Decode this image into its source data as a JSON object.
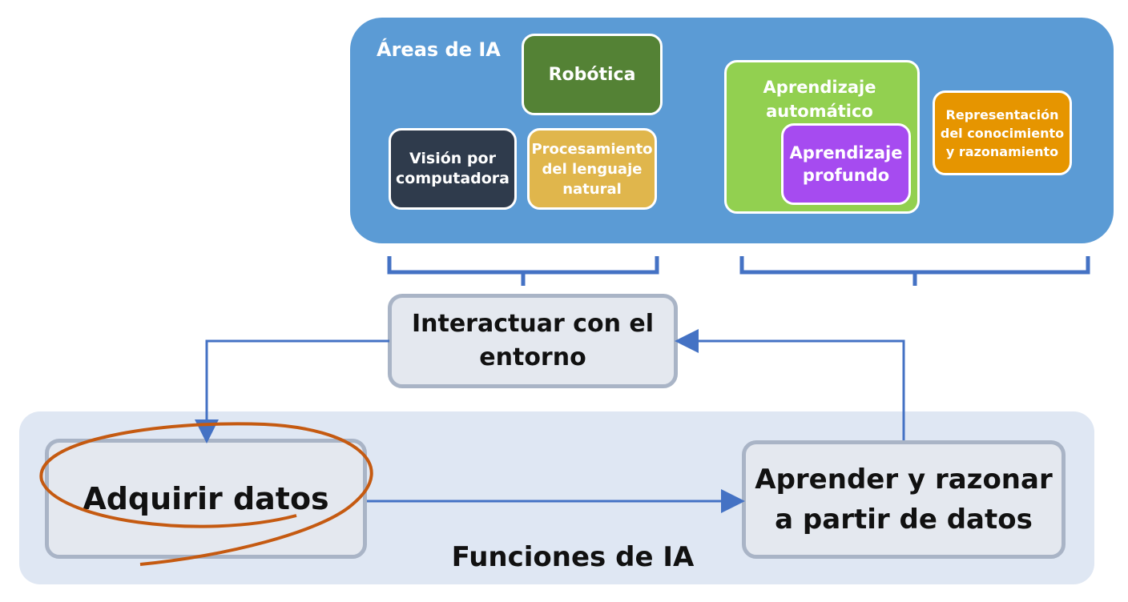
{
  "areas": {
    "title": "Áreas de IA",
    "color": "#5b9bd5",
    "robotica": "Robótica",
    "vision": "Visión por computadora",
    "pln": "Procesamiento del lenguaje natural",
    "ml": "Aprendizaje automático",
    "dl": "Aprendizaje profundo",
    "kr": "Representación del conocimiento y razonamiento"
  },
  "interact": "Interactuar con el entorno",
  "acquire": "Adquirir datos",
  "learn": "Aprender y razonar a partir de datos",
  "functions_title": "Funciones de IA",
  "colors": {
    "arrow": "#4472c4",
    "highlight": "#c55a11",
    "robotica": "#548235",
    "vision": "#2f3b4c",
    "pln": "#e0b64c",
    "ml": "#92d050",
    "dl": "#a64bf0",
    "kr": "#e69500"
  }
}
